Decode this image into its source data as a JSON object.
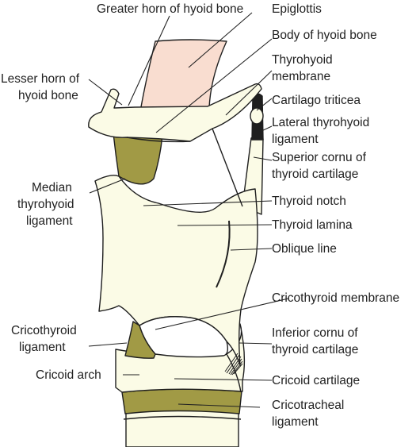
{
  "colors": {
    "cartilage": "#fbfbe6",
    "ligament": "#a19a45",
    "epiglottis": "#f9ddd0",
    "outline": "#1f1f1f",
    "label": "#222222"
  },
  "labels": {
    "greater_horn": "Greater horn of hyoid bone",
    "epiglottis": "Epiglottis",
    "body_hyoid": "Body of hyoid bone",
    "thyrohyoid_membrane_1": "Thyrohyoid",
    "thyrohyoid_membrane_2": "membrane",
    "lesser_horn_1": "Lesser horn of",
    "lesser_horn_2": "hyoid bone",
    "cartilago_triticea": "Cartilago triticea",
    "lateral_thyrohyoid_1": "Lateral thyrohyoid",
    "lateral_thyrohyoid_2": "ligament",
    "superior_cornu_1": "Superior cornu of",
    "superior_cornu_2": "thyroid cartilage",
    "median_thyrohyoid_1": "Median",
    "median_thyrohyoid_2": "thyrohyoid",
    "median_thyrohyoid_3": "ligament",
    "thyroid_notch": "Thyroid notch",
    "thyroid_lamina": "Thyroid lamina",
    "oblique_line": "Oblique line",
    "cricothyroid_membrane": "Cricothyroid membrane",
    "cricothyroid_ligament_1": "Cricothyroid",
    "cricothyroid_ligament_2": "ligament",
    "inferior_cornu_1": "Inferior cornu of",
    "inferior_cornu_2": "thyroid cartilage",
    "cricoid_arch": "Cricoid arch",
    "cricoid_cartilage": "Cricoid cartilage",
    "cricotracheal_1": "Cricotracheal",
    "cricotracheal_2": "ligament"
  }
}
